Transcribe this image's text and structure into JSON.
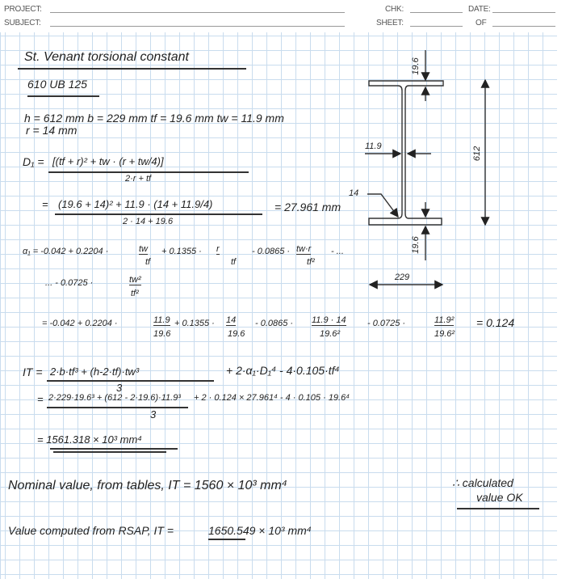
{
  "header": {
    "project_label": "PROJECT:",
    "subject_label": "SUBJECT:",
    "chk_label": "CHK:",
    "date_label": "DATE:",
    "sheet_label": "SHEET:",
    "of_label": "OF"
  },
  "sheet": {
    "title": "St. Venant torsional constant",
    "section": "610 UB 125",
    "props_line1": "h = 612 mm    b = 229 mm    tf = 19.6 mm   tw = 11.9 mm",
    "props_line2": "r = 14 mm",
    "d1": {
      "lhs": "D₁ =",
      "num": "[(tf + r)² + tw · (r + tw/4)]",
      "den": "2·r + tf",
      "sub_eq": "=",
      "sub_num": "(19.6 + 14)² + 11.9 · (14 + 11.9/4)",
      "sub_den": "2 · 14 + 19.6",
      "result": "= 27.961 mm"
    },
    "alpha": {
      "lhs": "α₁ = -0.042 + 0.2204 ·",
      "f1_num": "tw",
      "f1_den": "tf",
      "t2": "+ 0.1355 ·",
      "f2_num": "r",
      "f2_den": "tf",
      "t3": "- 0.0865 ·",
      "f3_num": "tw·r",
      "f3_den": "tf²",
      "t4": "- ...",
      "cont": "... - 0.0725 ·",
      "f4_num": "tw²",
      "f4_den": "tf²",
      "sub_lhs": "= -0.042 + 0.2204 ·",
      "s1_num": "11.9",
      "s1_den": "19.6",
      "s2": "+ 0.1355 ·",
      "s2_num": "14",
      "s2_den": "19.6",
      "s3": "- 0.0865 ·",
      "s3_num": "11.9 · 14",
      "s3_den": "19.6²",
      "s4": "- 0.0725 ·",
      "s4_num": "11.9²",
      "s4_den": "19.6²",
      "result": "= 0.124"
    },
    "it": {
      "lhs": "IT =",
      "num": "2·b·tf³ + (h-2·tf)·tw³",
      "den": "3",
      "rest": "+ 2·α₁·D₁⁴ - 4·0.105·tf⁴",
      "sub_lhs": "=",
      "sub_num": "2·229·19.6³ + (612 - 2·19.6)·11.9³",
      "sub_den": "3",
      "sub_rest": "+ 2 · 0.124 × 27.961⁴ - 4 · 0.105 · 19.6⁴",
      "result": "= 1561.318 × 10³ mm⁴"
    },
    "nominal": "Nominal value, from tables,  IT = 1560 × 10³ mm⁴",
    "conclusion_line1": "∴ calculated",
    "conclusion_line2": "value OK",
    "rsap_text": "Value computed from RSAP,  IT =",
    "rsap_value": "1650.549 × 10³ mm⁴"
  },
  "diagram": {
    "flange_thickness_top": "19.6",
    "flange_thickness_bottom": "19.6",
    "web_thickness": "11.9",
    "root_radius": "14",
    "depth": "612",
    "width": "229"
  }
}
